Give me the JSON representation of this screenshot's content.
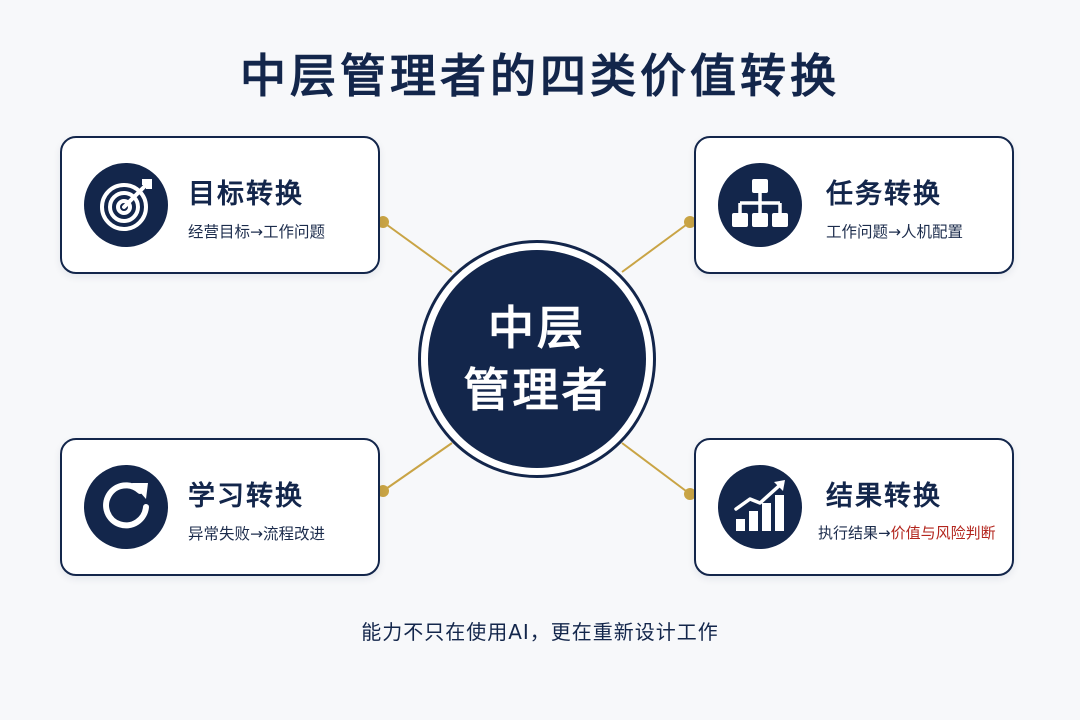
{
  "title": "中层管理者的四类价值转换",
  "center": {
    "line1": "中层",
    "line2": "管理者"
  },
  "cards": {
    "goal": {
      "title": "目标转换",
      "subtitle": "经营目标→工作问题",
      "icon": "target-icon"
    },
    "task": {
      "title": "任务转换",
      "subtitle": "工作问题→人机配置",
      "icon": "org-chart-icon"
    },
    "learning": {
      "title": "学习转换",
      "subtitle": "异常失败→流程改进",
      "icon": "cycle-icon"
    },
    "result": {
      "title": "结果转换",
      "subtitle_plain": "执行结果→",
      "subtitle_highlight": "价值与风险判断",
      "icon": "growth-chart-icon"
    }
  },
  "footer": "能力不只在使用AI，更在重新设计工作",
  "colors": {
    "navy": "#13264b",
    "gold": "#c9a445",
    "highlight_red": "#b3261e",
    "background": "#f7f8fa"
  }
}
